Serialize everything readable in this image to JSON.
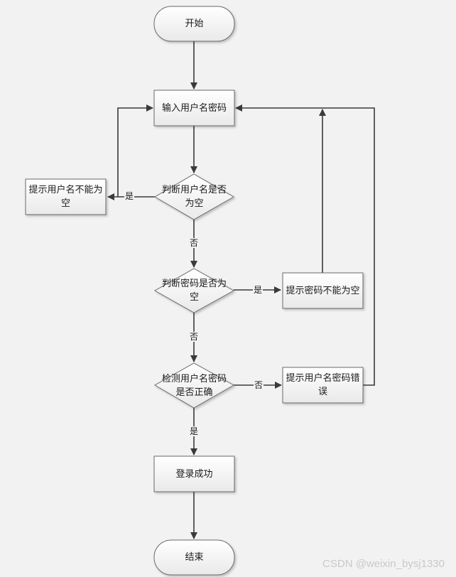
{
  "nodes": {
    "start": "开始",
    "input": "输入用户名密码",
    "check_username": "判断用户名是否为空",
    "username_empty_msg": "提示用户名不能为空",
    "check_password": "判断密码是否为空",
    "password_empty_msg": "提示密码不能为空",
    "verify": "检测用户名密码是否正确",
    "wrong_msg": "提示用户名密码错误",
    "success": "登录成功",
    "end": "结束"
  },
  "edge_labels": {
    "username_yes": "是",
    "username_no": "否",
    "password_yes": "是",
    "password_no": "否",
    "verify_no": "否",
    "verify_yes": "是"
  },
  "watermark": "CSDN @weixin_bysj1330"
}
